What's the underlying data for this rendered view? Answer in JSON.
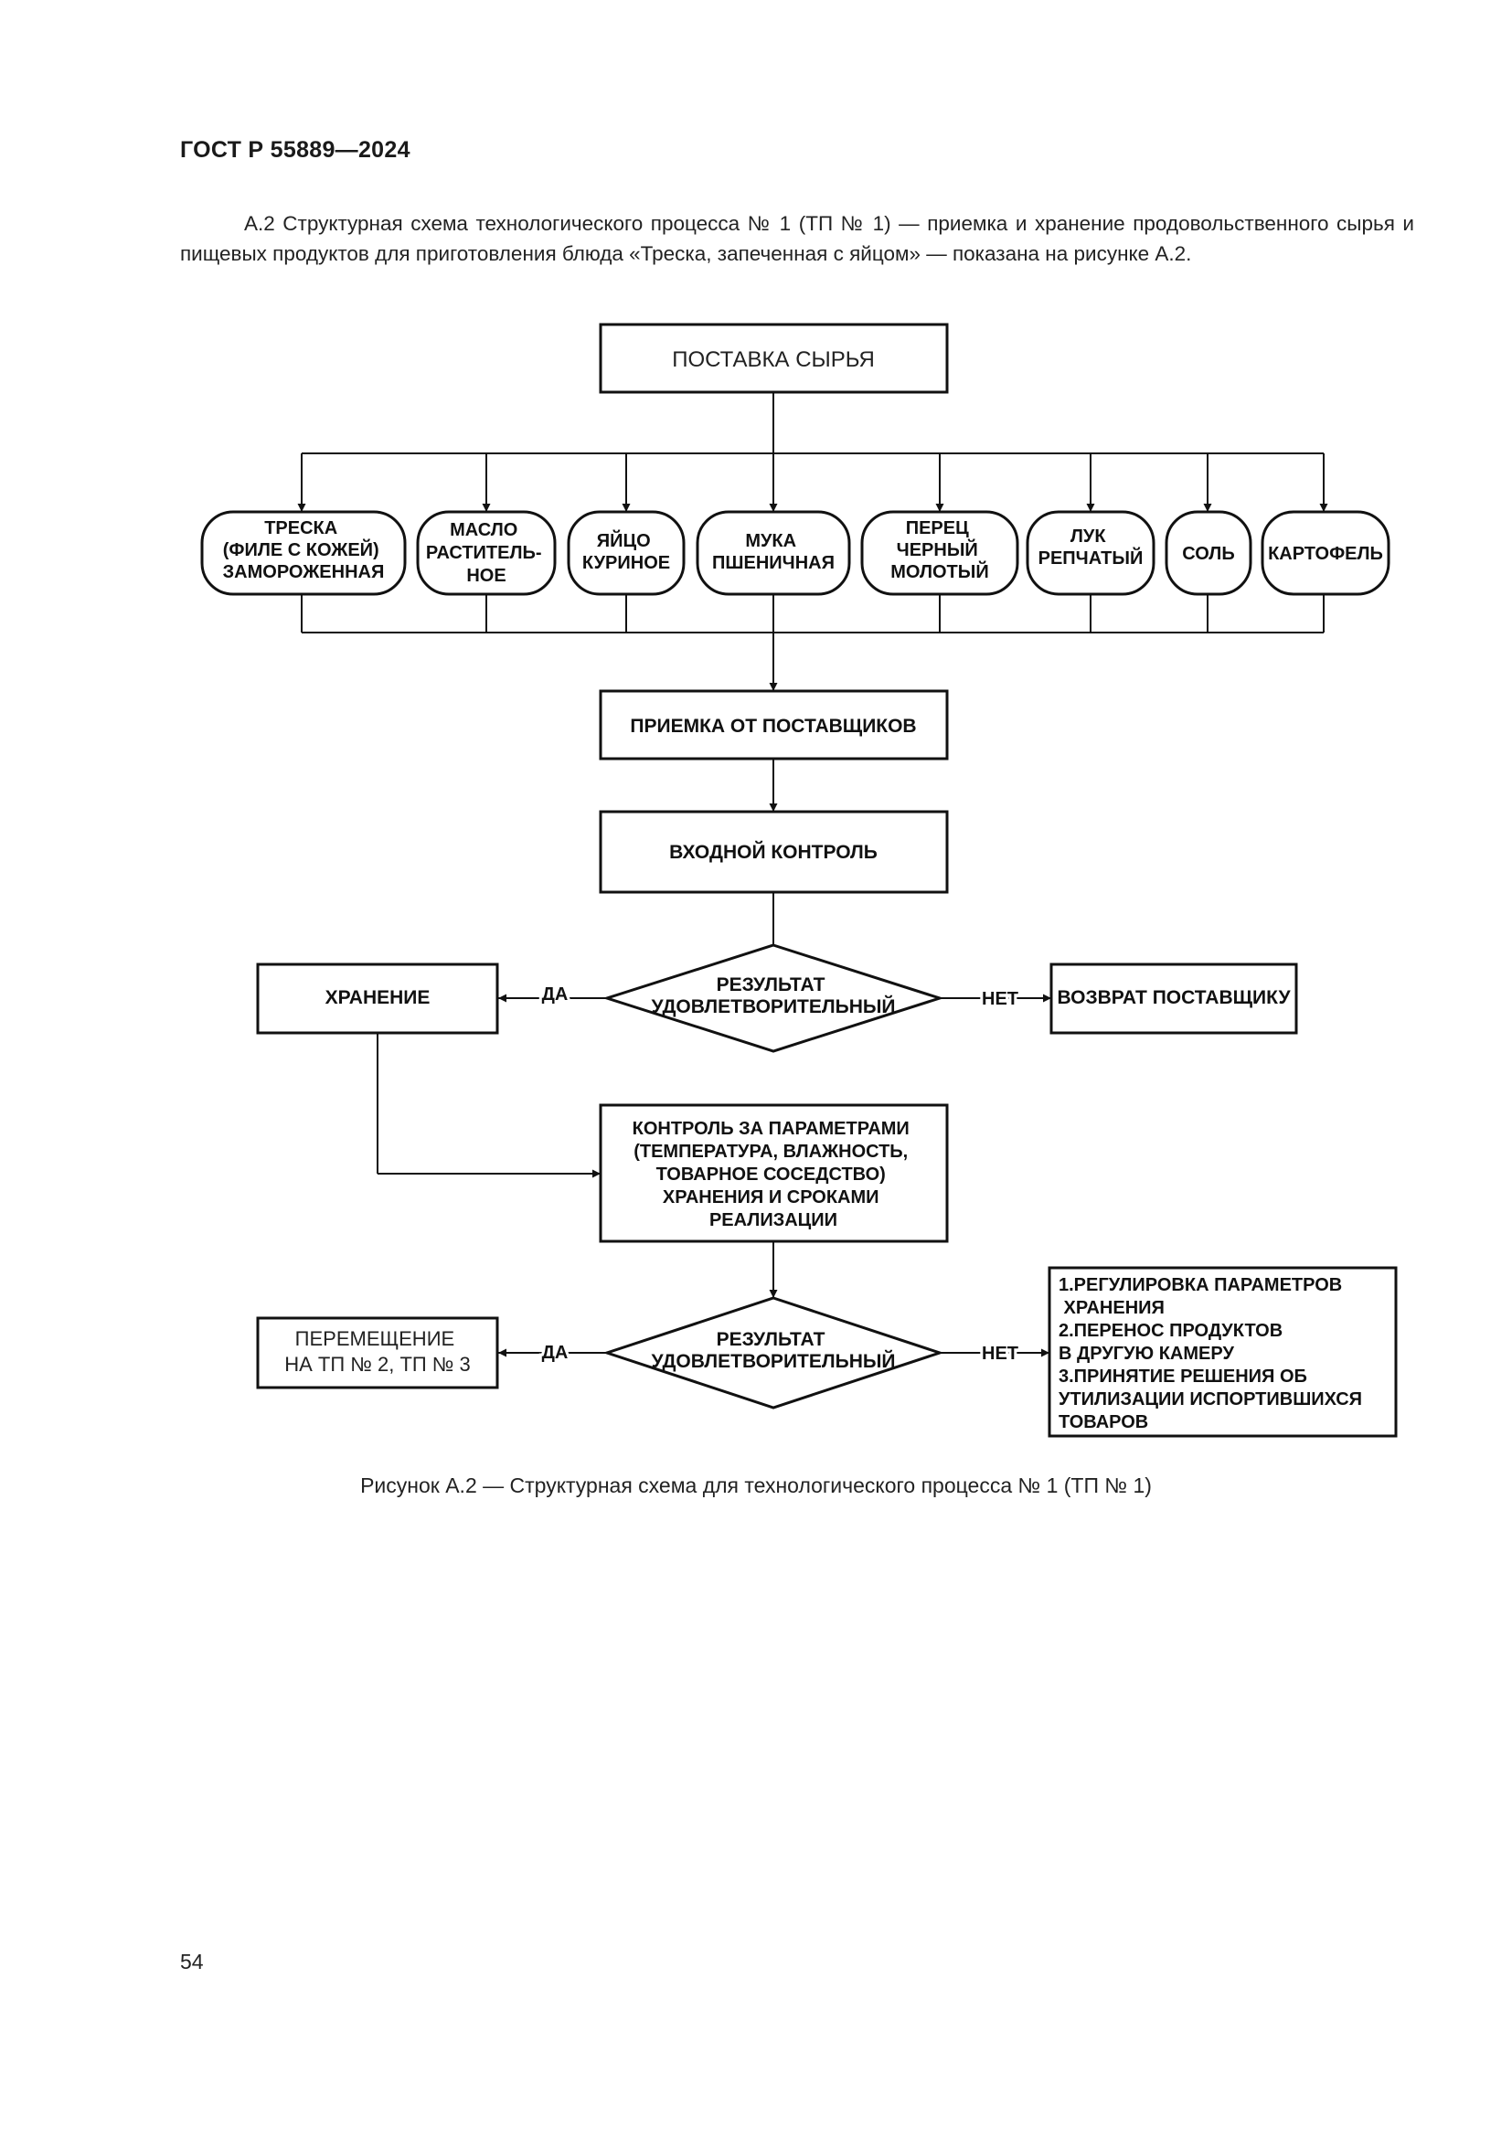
{
  "header": {
    "standard": "ГОСТ Р 55889—2024"
  },
  "intro_text": "А.2 Структурная схема технологического процесса № 1 (ТП № 1) — приемка и хранение продовольственного сырья и пищевых продуктов для приготовления блюда «Треска, запеченная с яйцом» — показана на рисунке А.2.",
  "diagram": {
    "supply": "ПОСТАВКА СЫРЬЯ",
    "ingredients": [
      {
        "lines": [
          "ТРЕСКА",
          "(ФИЛЕ С КОЖЕЙ)",
          "ЗАМОРОЖЕННАЯ"
        ]
      },
      {
        "lines": [
          "МАСЛО",
          "РАСТИТЕЛЬ-",
          "НОЕ"
        ]
      },
      {
        "lines": [
          "ЯЙЦО",
          "КУРИНОЕ"
        ]
      },
      {
        "lines": [
          "МУКА",
          "ПШЕНИЧНАЯ"
        ]
      },
      {
        "lines": [
          "ПЕРЕЦ",
          "ЧЕРНЫЙ",
          "МОЛОТЫЙ"
        ]
      },
      {
        "lines": [
          "ЛУК",
          "РЕПЧАТЫЙ"
        ]
      },
      {
        "lines": [
          "СОЛЬ"
        ]
      },
      {
        "lines": [
          "КАРТОФЕЛЬ"
        ]
      }
    ],
    "acceptance": "ПРИЕМКА ОТ ПОСТАВЩИКОВ",
    "input_control": "ВХОДНОЙ КОНТРОЛЬ",
    "decision1": [
      "РЕЗУЛЬТАТ",
      "УДОВЛЕТВОРИТЕЛЬНЫЙ"
    ],
    "yes": "ДА",
    "no": "НЕТ",
    "storage": "ХРАНЕНИЕ",
    "return_supplier": "ВОЗВРАТ ПОСТАВЩИКУ",
    "control_params": [
      "КОНТРОЛЬ ЗА ПАРАМЕТРАМИ",
      "(ТЕМПЕРАТУРА, ВЛАЖНОСТЬ,",
      "ТОВАРНОЕ СОСЕДСТВО)",
      "ХРАНЕНИЯ И СРОКАМИ",
      "РЕАЛИЗАЦИИ"
    ],
    "decision2": [
      "РЕЗУЛЬТАТ",
      "УДОВЛЕТВОРИТЕЛЬНЫЙ"
    ],
    "transfer": [
      "ПЕРЕМЕЩЕНИЕ",
      "НА ТП № 2, ТП № 3"
    ],
    "actions": [
      "1.РЕГУЛИРОВКА ПАРАМЕТРОВ",
      " ХРАНЕНИЯ",
      "2.ПЕРЕНОС ПРОДУКТОВ",
      "В ДРУГУЮ КАМЕРУ",
      "3.ПРИНЯТИЕ РЕШЕНИЯ ОБ",
      "УТИЛИЗАЦИИ ИСПОРТИВШИХСЯ",
      "ТОВАРОВ"
    ]
  },
  "caption": "Рисунок А.2 — Структурная схема для технологического процесса № 1 (ТП № 1)",
  "page_number": "54"
}
